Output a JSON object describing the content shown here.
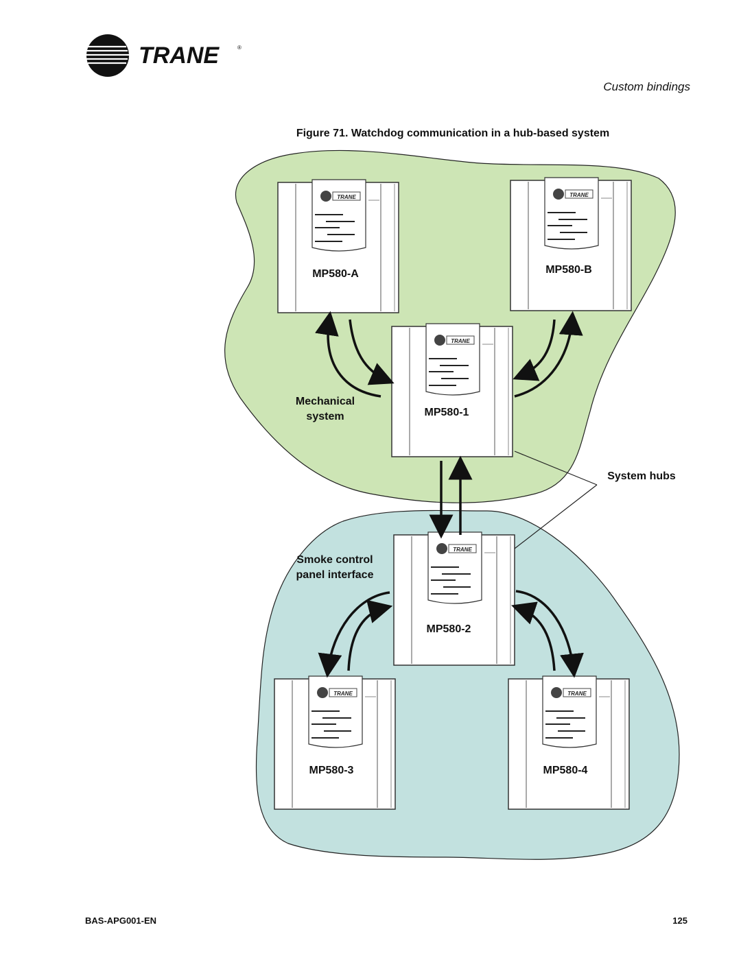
{
  "header": {
    "brand": "TRANE",
    "section_title": "Custom bindings"
  },
  "figure": {
    "caption": "Figure 71. Watchdog communication in a hub-based system",
    "device_brand": "TRANE",
    "devices": {
      "mp580_a": "MP580-A",
      "mp580_b": "MP580-B",
      "mp580_1": "MP580-1",
      "mp580_2": "MP580-2",
      "mp580_3": "MP580-3",
      "mp580_4": "MP580-4"
    },
    "labels": {
      "mechanical_line1": "Mechanical",
      "mechanical_line2": "system",
      "smoke_line1": "Smoke control",
      "smoke_line2": "panel interface",
      "system_hubs": "System hubs"
    },
    "colors": {
      "mechanical_region": "#cde5b5",
      "smoke_region": "#c2e1df"
    }
  },
  "footer": {
    "doc_id": "BAS-APG001-EN",
    "page_number": "125"
  }
}
